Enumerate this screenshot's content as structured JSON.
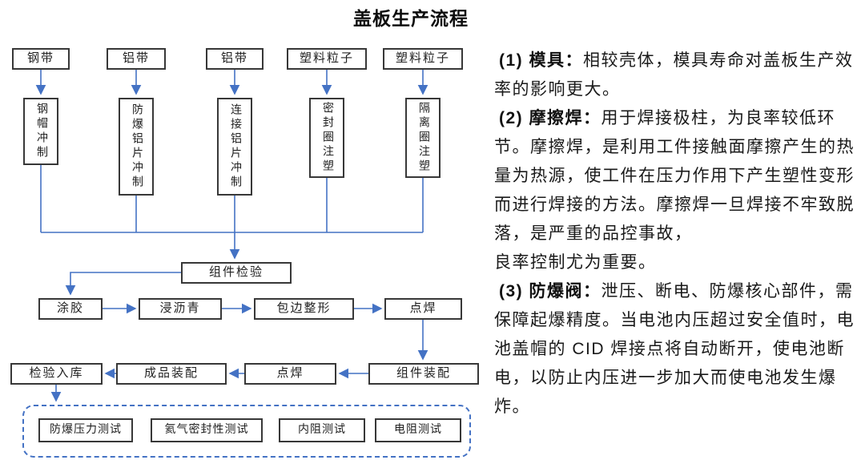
{
  "title": "盖板生产流程",
  "colors": {
    "connector_blue": "#4472C4",
    "box_border": "#383838",
    "dashed_border": "#4472C4",
    "text": "#1a1a1a"
  },
  "flowchart": {
    "materials": [
      "钢带",
      "铝带",
      "铝带",
      "塑料粒子",
      "塑料粒子"
    ],
    "forming": [
      "钢帽冲制",
      "防爆铝片冲制",
      "连接铝片冲制",
      "密封圈注塑",
      "隔离圈注塑"
    ],
    "inspection": "组件检验",
    "line1": [
      "涂胶",
      "浸沥青",
      "包边整形",
      "点焊"
    ],
    "line2": [
      "检验入库",
      "成品装配",
      "点焊",
      "组件装配"
    ],
    "tests": [
      "防爆压力测试",
      "氦气密封性测试",
      "内阻测试",
      "电阻测试"
    ]
  },
  "notes": [
    {
      "label": "(1) 模具：",
      "body": "相较壳体，模具寿命对盖板生产效率的影响更大。"
    },
    {
      "label": "(2) 摩擦焊：",
      "body": "用于焊接极柱，为良率较低环节。摩擦焊，是利用工件接触面摩擦产生的热量为热源，使工件在压力作用下产生塑性变形而进行焊接的方法。摩擦焊一旦焊接不牢致脱落，是严重的品控事故，\n良率控制尤为重要。"
    },
    {
      "label": "(3) 防爆阀：",
      "body": "泄压、断电、防爆核心部件，需保障起爆精度。当电池内压超过安全值时，电池盖帽的 CID 焊接点将自动断开，使电池断电，以防止内压进一步加大而使电池发生爆炸。"
    }
  ]
}
